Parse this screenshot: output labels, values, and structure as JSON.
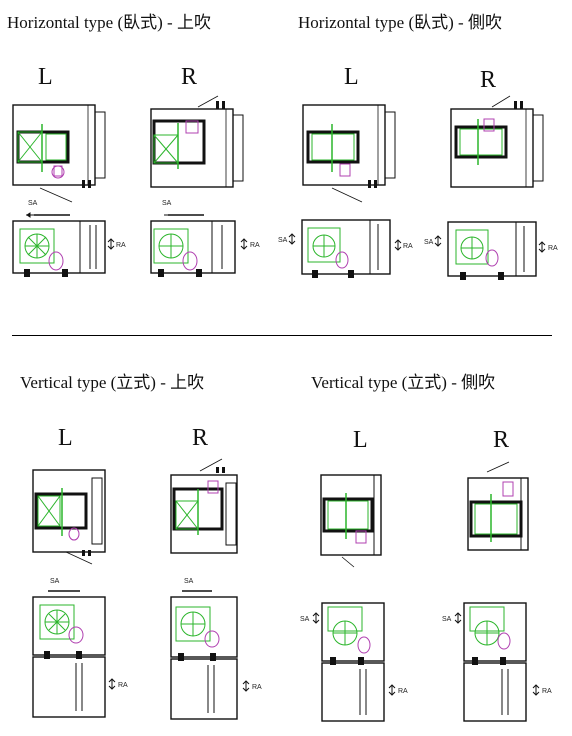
{
  "sections": [
    {
      "title": "Horizontal type (臥式) - 上吹"
    },
    {
      "title": "Horizontal type (臥式) - 側吹"
    },
    {
      "title": "Vertical type (立式) - 上吹"
    },
    {
      "title": "Vertical type (立式) - 側吹"
    }
  ],
  "side_left": "L",
  "side_right": "R",
  "sa_label": "SA",
  "ra_label": "RA",
  "colors": {
    "coil": "#2bb52b",
    "motor": "#b040b0",
    "line": "#111111"
  }
}
